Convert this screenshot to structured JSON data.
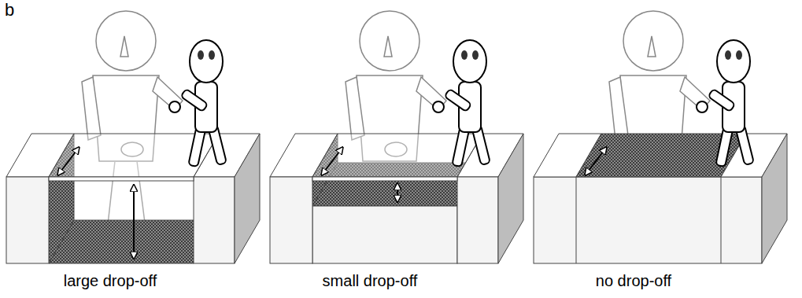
{
  "diagram": {
    "labels": [
      "b",
      "large drop-off",
      "small drop-off",
      "no drop-off"
    ]
  }
}
